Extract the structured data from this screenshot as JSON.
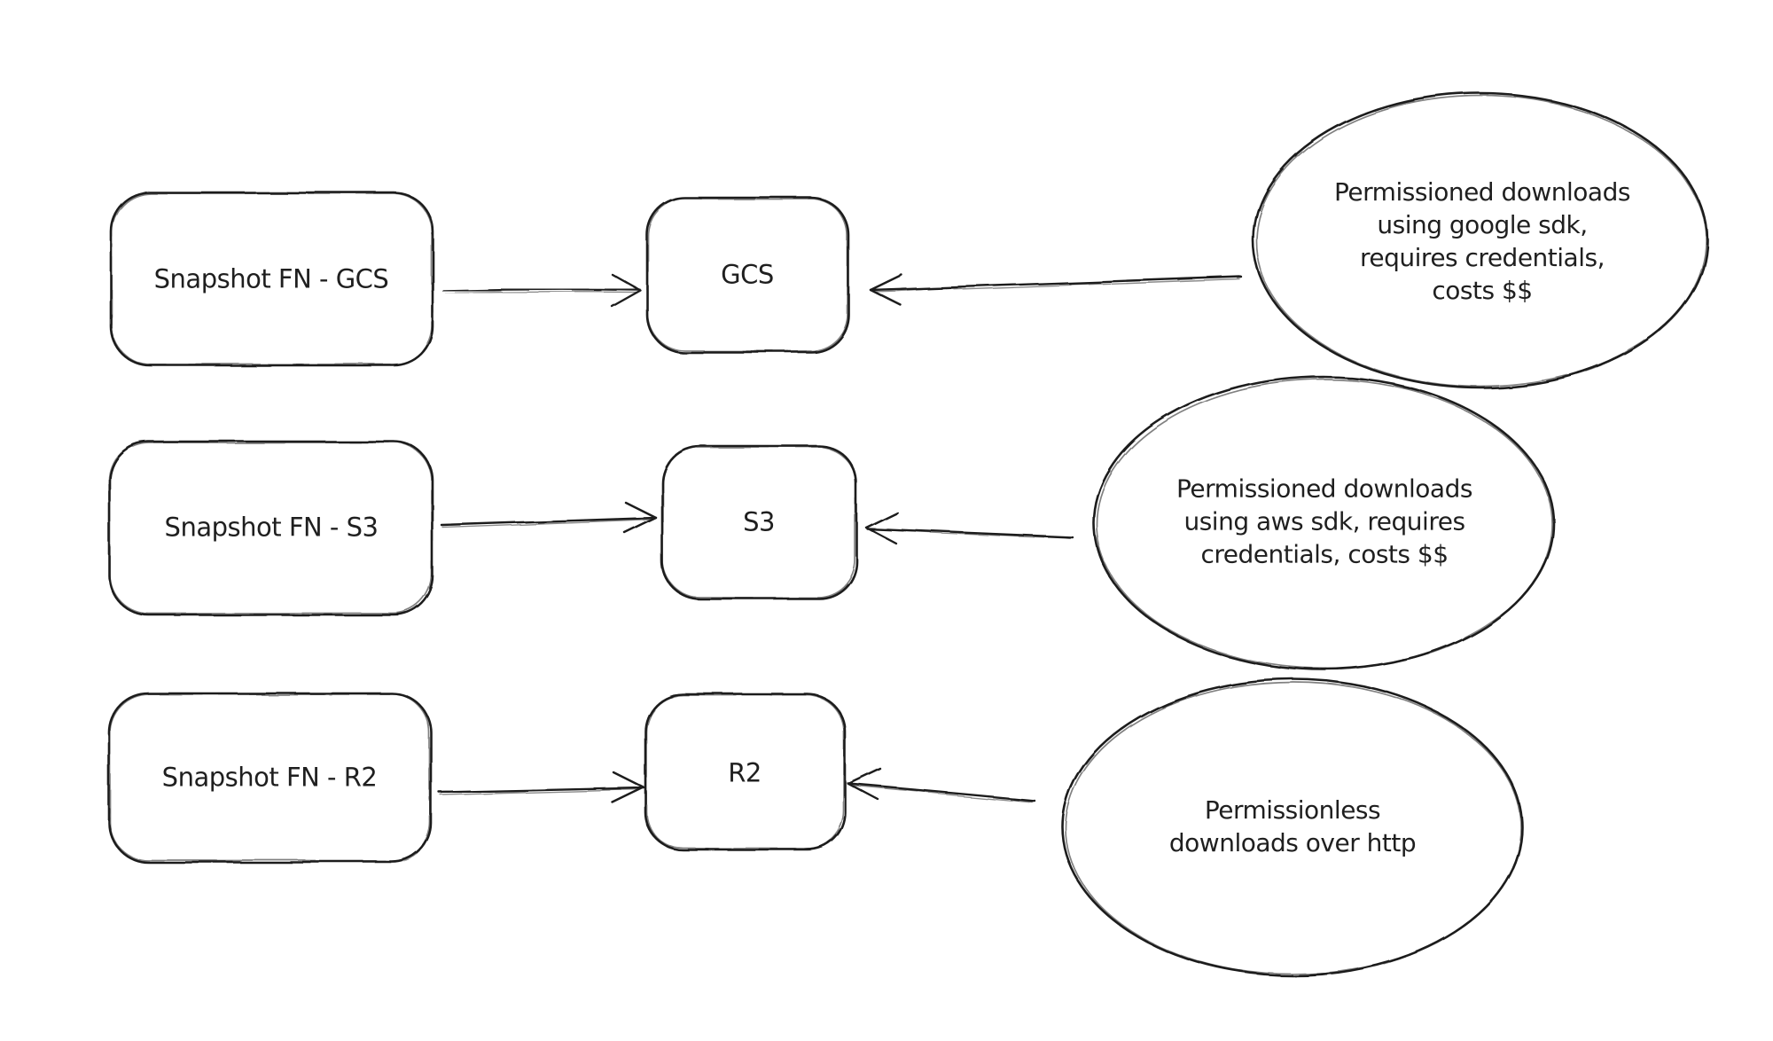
{
  "canvas": {
    "background_color": "#ffffff",
    "stroke_color": "#1c1c1c",
    "text_color": "#1f1f1f"
  },
  "rows": [
    {
      "source": {
        "label": "Snapshot FN - GCS"
      },
      "target": {
        "label": "GCS"
      },
      "note": {
        "label": "Permissioned downloads\nusing google sdk,\nrequires credentials,\ncosts $$"
      }
    },
    {
      "source": {
        "label": "Snapshot FN - S3"
      },
      "target": {
        "label": "S3"
      },
      "note": {
        "label": "Permissioned downloads\nusing aws sdk, requires\ncredentials, costs $$"
      }
    },
    {
      "source": {
        "label": "Snapshot FN - R2"
      },
      "target": {
        "label": "R2"
      },
      "note": {
        "label": "Permissionless\ndownloads over http"
      }
    }
  ]
}
